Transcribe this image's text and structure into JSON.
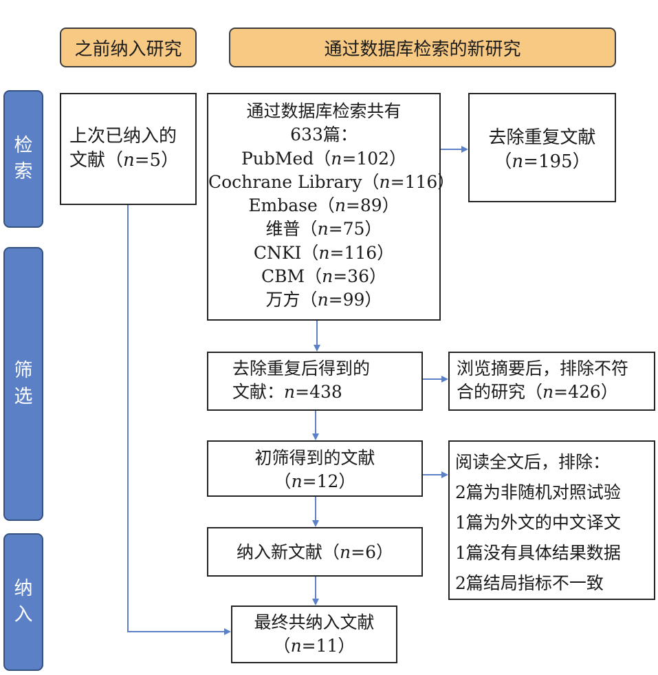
{
  "headers": {
    "previous": "之前纳入研究",
    "new": "通过数据库检索的新研究"
  },
  "stages": {
    "identification": [
      "检",
      "索"
    ],
    "screening": [
      "筛",
      "选"
    ],
    "included": [
      "纳",
      "入"
    ]
  },
  "boxes": {
    "previous_included": {
      "line1": "上次已纳入的",
      "line2_prefix": "文献（",
      "n_label": "n",
      "line2_suffix": "=5）"
    },
    "database_search": {
      "line1": "通过数据库检索共有",
      "line2": "633篇：",
      "sources": [
        {
          "name": "PubMed（",
          "n": "n",
          "value": "=102）"
        },
        {
          "name": "Cochrane Library（",
          "n": "n",
          "value": "=116）"
        },
        {
          "name": "Embase（",
          "n": "n",
          "value": "=89）"
        },
        {
          "name": "维普（",
          "n": "n",
          "value": "=75）"
        },
        {
          "name": "CNKI（",
          "n": "n",
          "value": "=116）"
        },
        {
          "name": "CBM（",
          "n": "n",
          "value": "=36）"
        },
        {
          "name": "万方（",
          "n": "n",
          "value": "=99）"
        }
      ]
    },
    "duplicates_removed": {
      "line1": "去除重复文献",
      "line2_prefix": "（",
      "n_label": "n",
      "line2_suffix": "=195）"
    },
    "after_dedup": {
      "line1": "去除重复后得到的",
      "line2_prefix": "文献：",
      "n_label": "n",
      "line2_suffix": "=438"
    },
    "abstract_excluded": {
      "line1": "浏览摘要后，排除不符",
      "line2_prefix": "合的研究（",
      "n_label": "n",
      "line2_suffix": "=426）"
    },
    "initial_screen": {
      "line1": "初筛得到的文献",
      "line2_prefix": "（",
      "n_label": "n",
      "line2_suffix": "=12）"
    },
    "fulltext_excluded": {
      "title": "阅读全文后，排除：",
      "items": [
        "2篇为非随机对照试验",
        "1篇为外文的中文译文",
        "1篇没有具体结果数据",
        "2篇结局指标不一致"
      ]
    },
    "new_included": {
      "line1_prefix": "纳入新文献（",
      "n_label": "n",
      "line1_suffix": "=6）"
    },
    "final_included": {
      "line1": "最终共纳入文献",
      "line2_prefix": "（",
      "n_label": "n",
      "line2_suffix": "=11）"
    }
  },
  "colors": {
    "header_fill": "#f7c983",
    "stage_fill": "#5b80c6",
    "arrow": "#5b80c6"
  }
}
